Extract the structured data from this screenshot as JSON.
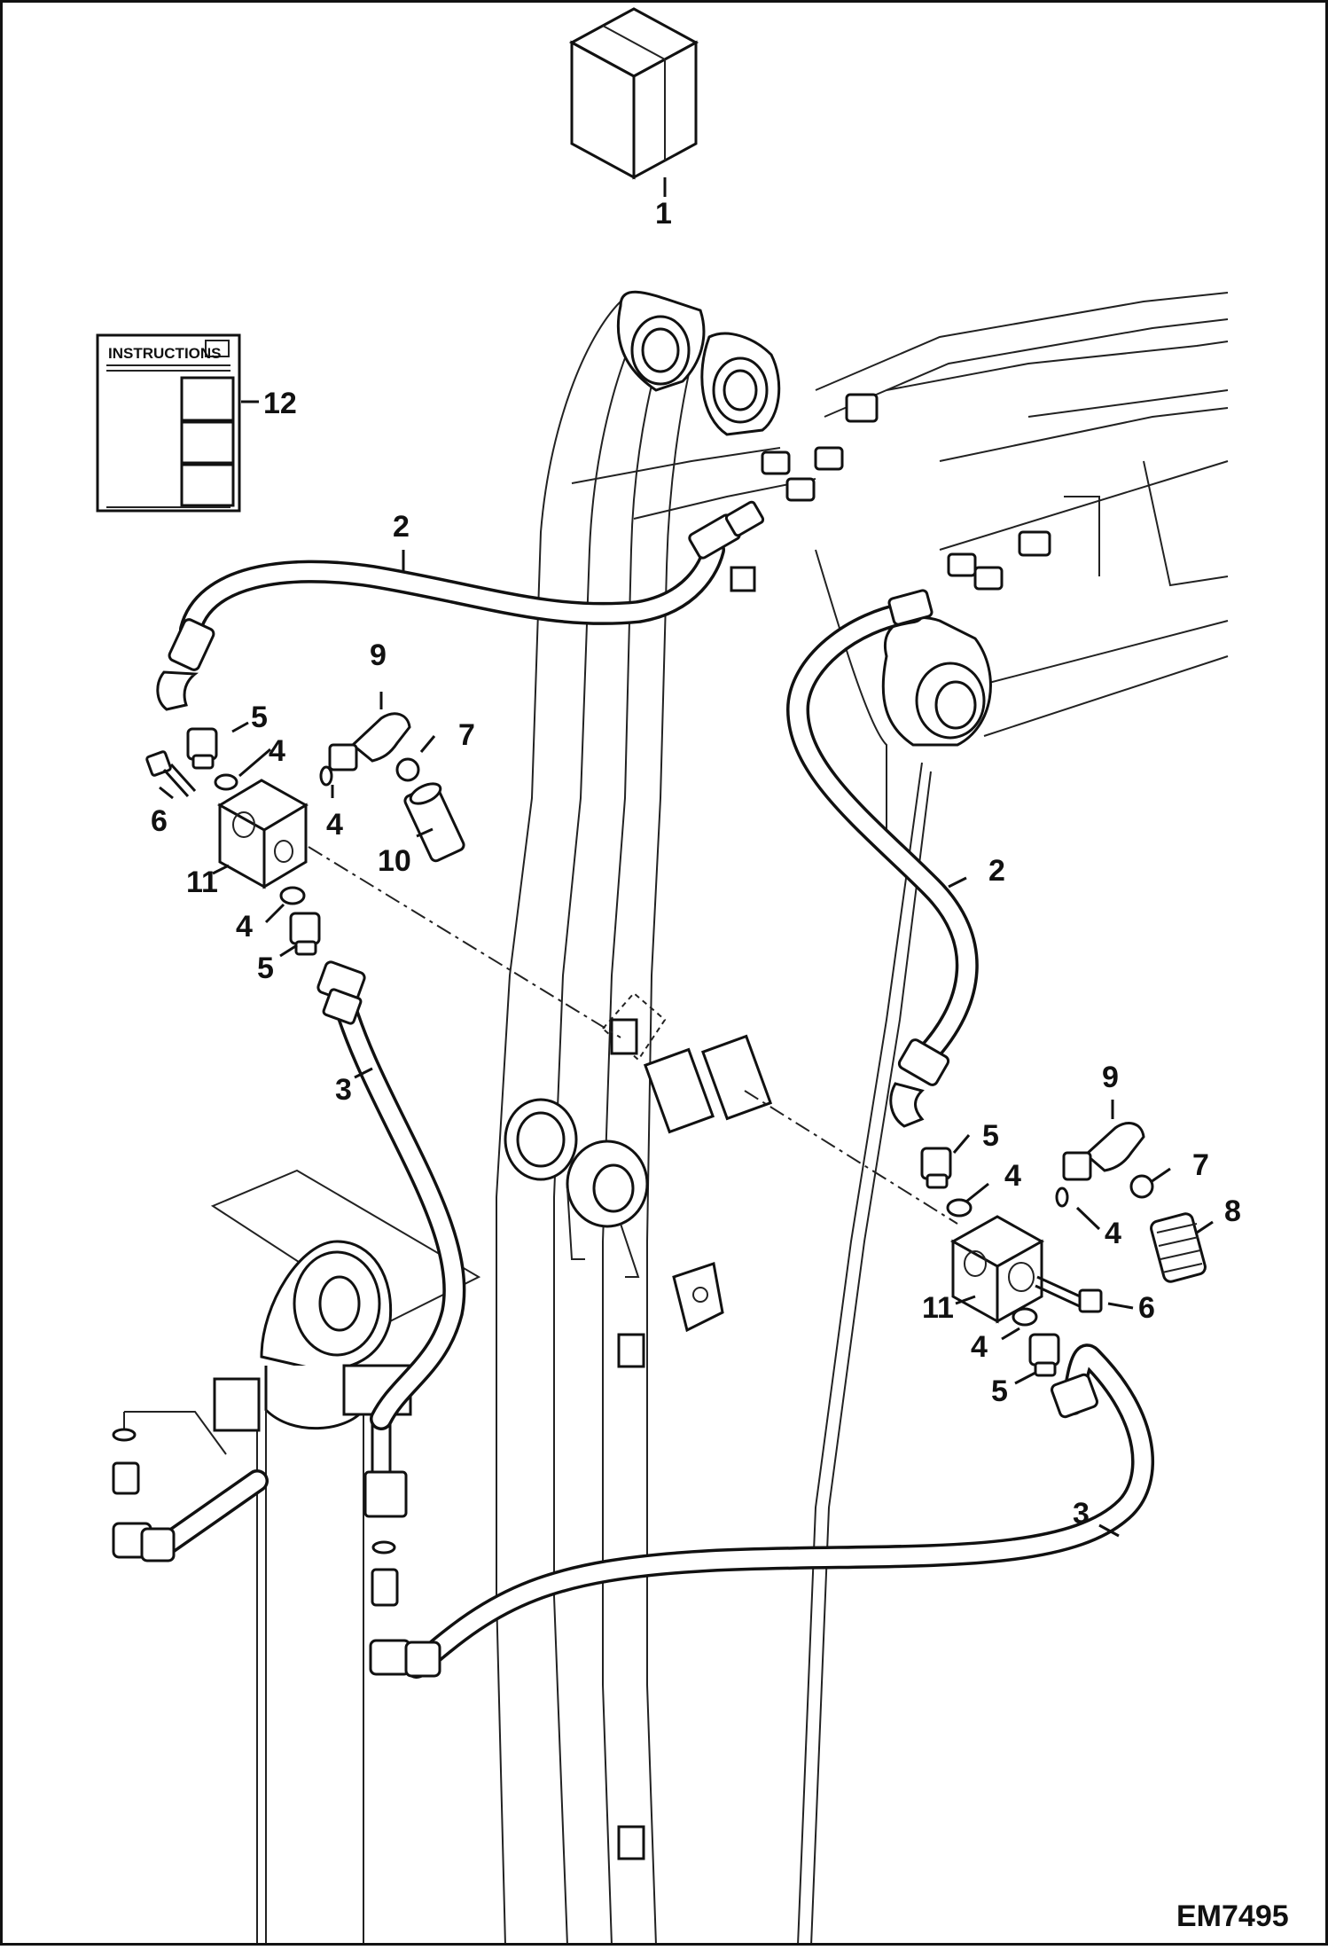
{
  "diagram": {
    "drawing_code": "EM7495",
    "manual_label": "INSTRUCTIONS",
    "callouts": {
      "c1": "1",
      "c2a": "2",
      "c2b": "2",
      "c3a": "3",
      "c3b": "3",
      "c4a": "4",
      "c4b": "4",
      "c4c": "4",
      "c4d": "4",
      "c4e": "4",
      "c4f": "4",
      "c5a": "5",
      "c5b": "5",
      "c5c": "5",
      "c5d": "5",
      "c6a": "6",
      "c6b": "6",
      "c7a": "7",
      "c7b": "7",
      "c8": "8",
      "c9a": "9",
      "c9b": "9",
      "c10": "10",
      "c11a": "11",
      "c11b": "11",
      "c12": "12"
    }
  }
}
